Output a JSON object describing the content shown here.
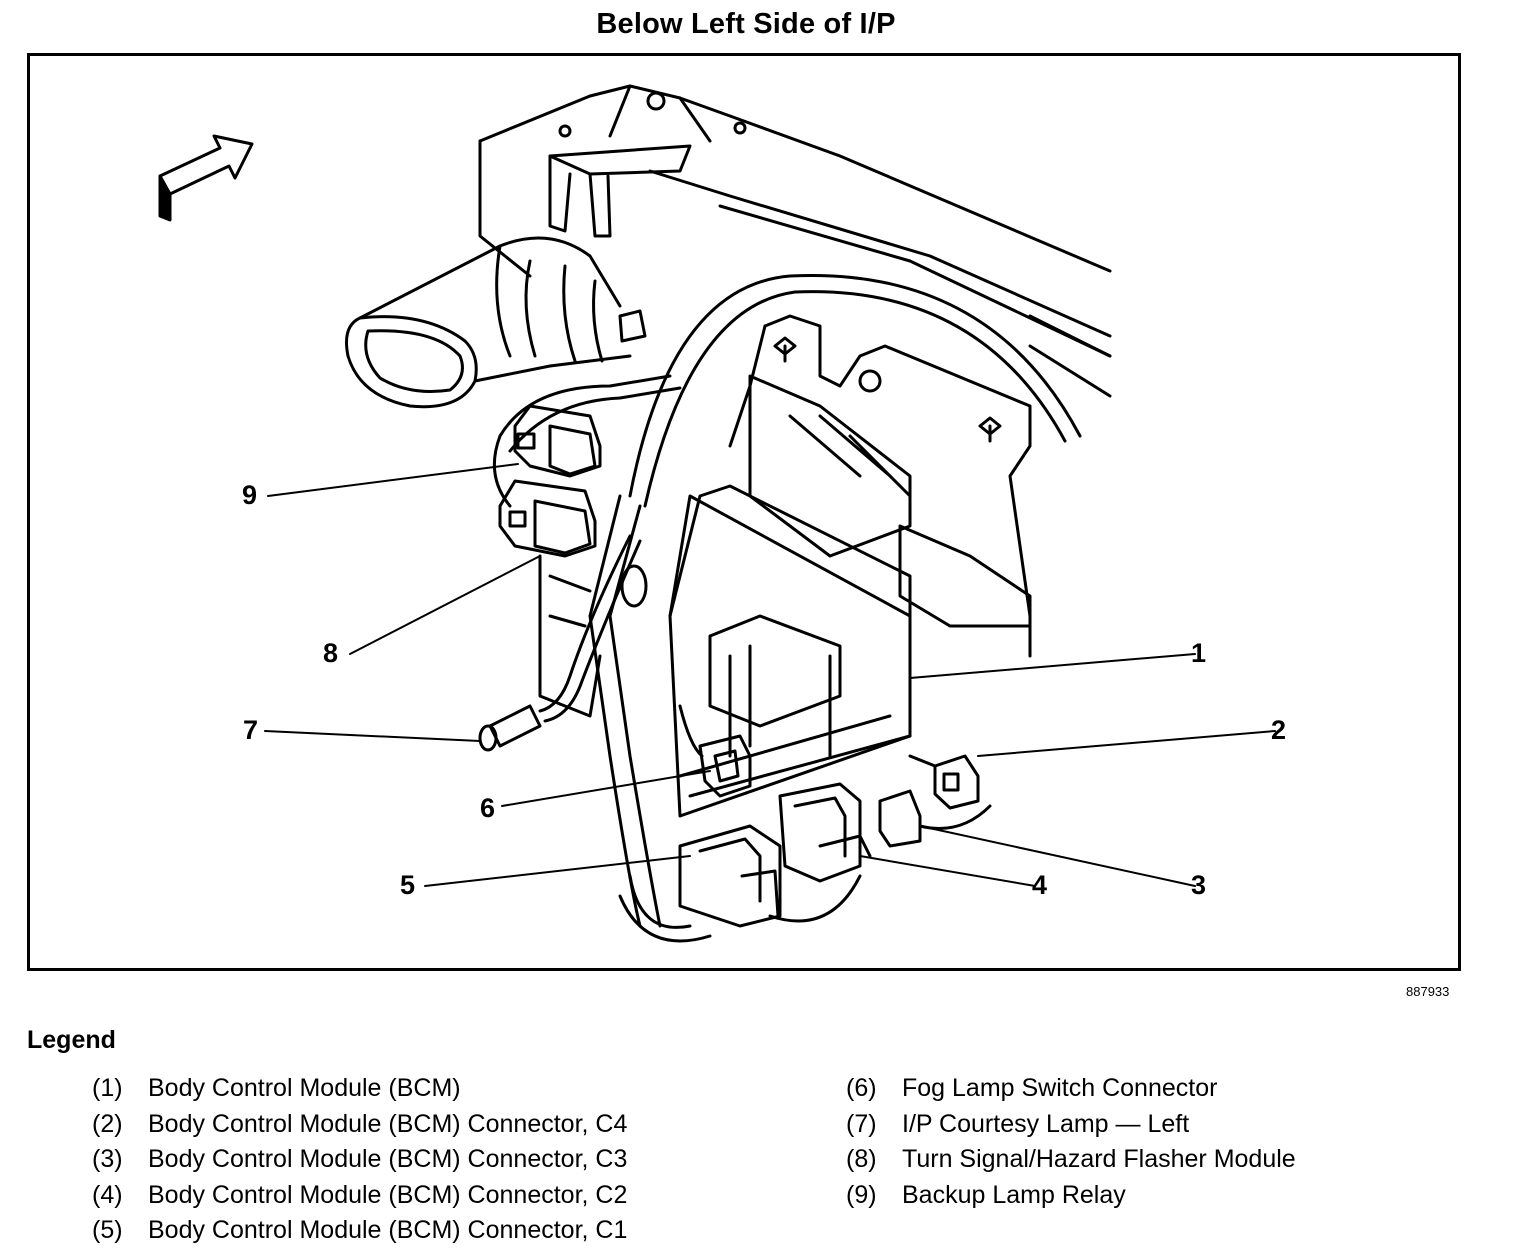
{
  "title": "Below Left Side of I/P",
  "figure_id": "887933",
  "callouts": [
    {
      "label": "1"
    },
    {
      "label": "2"
    },
    {
      "label": "3"
    },
    {
      "label": "4"
    },
    {
      "label": "5"
    },
    {
      "label": "6"
    },
    {
      "label": "7"
    },
    {
      "label": "8"
    },
    {
      "label": "9"
    }
  ],
  "legend": {
    "title": "Legend",
    "items": [
      {
        "num": "(1)",
        "text": "Body Control Module (BCM)"
      },
      {
        "num": "(2)",
        "text": "Body Control Module (BCM) Connector, C4"
      },
      {
        "num": "(3)",
        "text": "Body Control Module (BCM) Connector, C3"
      },
      {
        "num": "(4)",
        "text": "Body Control Module (BCM) Connector, C2"
      },
      {
        "num": "(5)",
        "text": "Body Control Module (BCM) Connector, C1"
      },
      {
        "num": "(6)",
        "text": "Fog Lamp Switch Connector"
      },
      {
        "num": "(7)",
        "text": "I/P Courtesy Lamp — Left"
      },
      {
        "num": "(8)",
        "text": "Turn Signal/Hazard Flasher Module"
      },
      {
        "num": "(9)",
        "text": "Backup Lamp Relay"
      }
    ]
  }
}
